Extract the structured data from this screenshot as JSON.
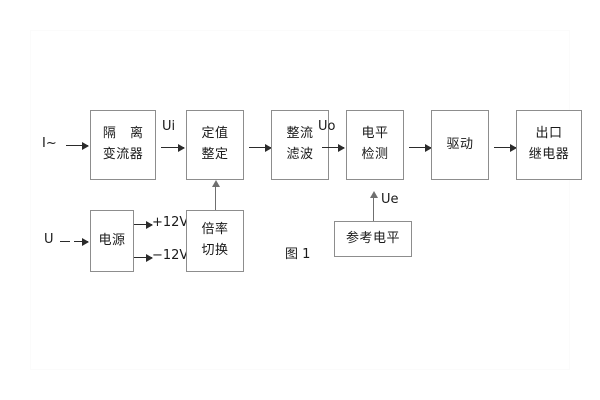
{
  "figure": {
    "caption": "图 1",
    "background": "#ffffff",
    "box_border_color": "#8d8d8d",
    "arrow_color": "#2b2b2b",
    "text_color": "#1a1a1a"
  },
  "blocks": [
    {
      "id": "isolation-ct",
      "line1": "隔  离",
      "line2": "变流器"
    },
    {
      "id": "setting-value",
      "line1": "定值",
      "line2": "整定"
    },
    {
      "id": "rectify-filter",
      "line1": "整流",
      "line2": "滤波"
    },
    {
      "id": "level-detect",
      "line1": "电平",
      "line2": "检测"
    },
    {
      "id": "drive",
      "line1": "驱动",
      "line2": ""
    },
    {
      "id": "output-relay",
      "line1": "出口",
      "line2": "继电器"
    },
    {
      "id": "power-supply",
      "line1": "电源",
      "line2": ""
    },
    {
      "id": "ratio-switch",
      "line1": "倍率",
      "line2": "切换"
    },
    {
      "id": "reference-level",
      "line1": "参考电平",
      "line2": ""
    }
  ],
  "signals": {
    "current_input": "I~",
    "voltage_input": "U",
    "ui": "Ui",
    "uo": "Uo",
    "ue": "Ue",
    "supply_positive": "+12V",
    "supply_negative": "−12V"
  }
}
